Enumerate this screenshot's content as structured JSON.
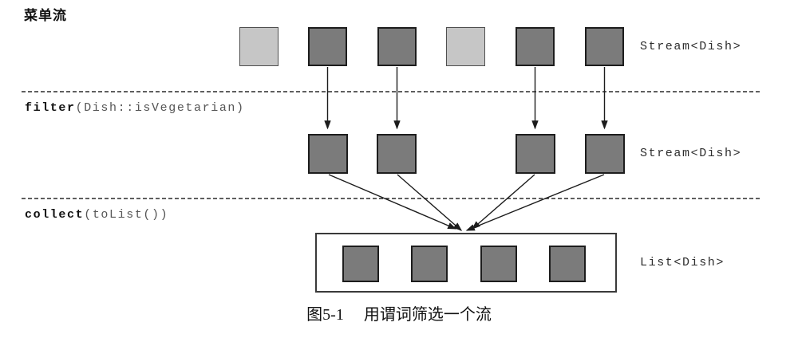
{
  "title": "菜单流",
  "operations": {
    "filter": {
      "keyword": "filter",
      "args": "(Dish::isVegetarian)"
    },
    "collect": {
      "keyword": "collect",
      "args": "(toList())"
    }
  },
  "rows": {
    "source": {
      "label": "Stream<Dish>",
      "squares": [
        "other",
        "vegetarian",
        "vegetarian",
        "other",
        "vegetarian",
        "vegetarian"
      ]
    },
    "filtered": {
      "label": "Stream<Dish>",
      "squares": [
        "vegetarian",
        "vegetarian",
        "vegetarian",
        "vegetarian"
      ]
    },
    "collected": {
      "label": "List<Dish>",
      "squares": [
        "vegetarian",
        "vegetarian",
        "vegetarian",
        "vegetarian"
      ]
    }
  },
  "caption": {
    "number": "图5-1",
    "text": "用谓词筛选一个流"
  },
  "colors": {
    "vegetarian_fill": "#7b7b7b",
    "vegetarian_border": "#1d1d1d",
    "other_fill": "#c6c6c6",
    "other_border": "#4f4f4f",
    "line": "#1c1c1c",
    "background": "#ffffff"
  }
}
